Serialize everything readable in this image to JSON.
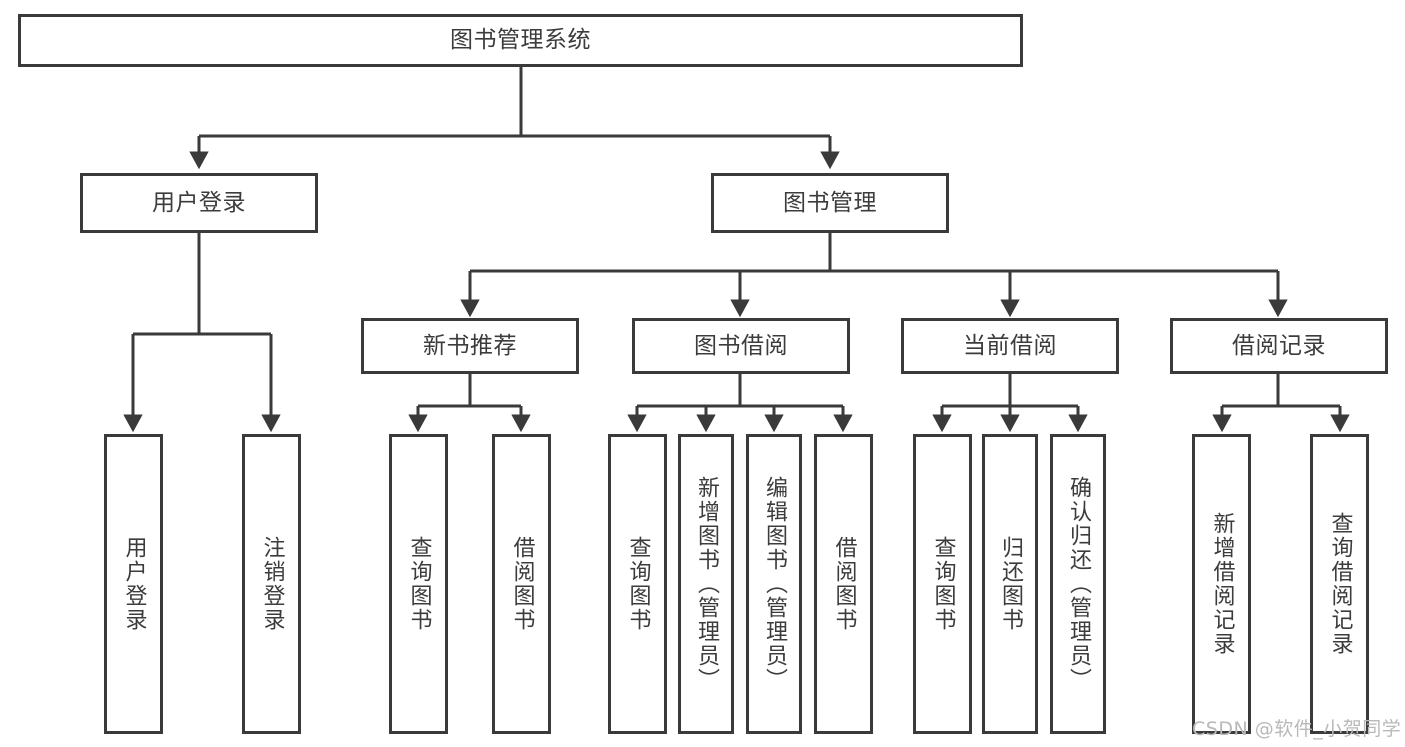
{
  "diagram": {
    "title": "图书管理系统",
    "type": "hierarchy-tree",
    "background_color": "#ffffff",
    "box_border_color": "#3a3a3a",
    "text_color": "#3c3c3c",
    "watermark": "CSDN @软件_小贺同学"
  },
  "nodes": {
    "root": {
      "label": "图书管理系统"
    },
    "level2": [
      {
        "label": "用户登录"
      },
      {
        "label": "图书管理"
      }
    ],
    "level3": [
      {
        "label": "新书推荐"
      },
      {
        "label": "图书借阅"
      },
      {
        "label": "当前借阅"
      },
      {
        "label": "借阅记录"
      }
    ],
    "leaves": {
      "user_login": [
        {
          "label": "用户登录"
        },
        {
          "label": "注销登录"
        }
      ],
      "new_book_recommend": [
        {
          "label": "查询图书"
        },
        {
          "label": "借阅图书"
        }
      ],
      "book_borrow": [
        {
          "label": "查询图书"
        },
        {
          "label": "新增图书（管理员）"
        },
        {
          "label": "编辑图书（管理员）"
        },
        {
          "label": "借阅图书"
        }
      ],
      "current_borrow": [
        {
          "label": "查询图书"
        },
        {
          "label": "归还图书"
        },
        {
          "label": "确认归还（管理员）"
        }
      ],
      "borrow_record": [
        {
          "label": "新增借阅记录"
        },
        {
          "label": "查询借阅记录"
        }
      ]
    }
  }
}
